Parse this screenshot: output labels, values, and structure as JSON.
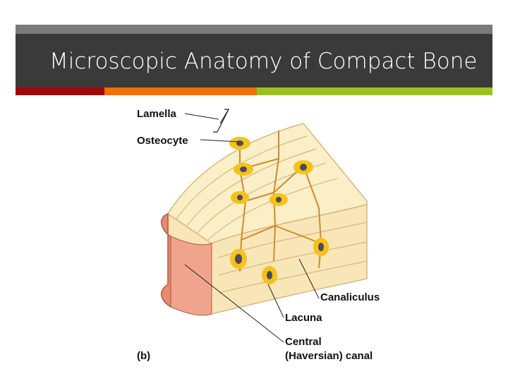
{
  "slide": {
    "title": "Microscopic Anatomy of Compact Bone",
    "stripe_colors": [
      "#a0070a",
      "#f07000",
      "#9cc21a"
    ]
  },
  "figure": {
    "panel_label": "(b)",
    "labels": {
      "lamella": "Lamella",
      "osteocyte": "Osteocyte",
      "canaliculus": "Canaliculus",
      "lacuna": "Lacuna",
      "central_line1": "Central",
      "central_line2": "(Haversian) canal"
    },
    "colors": {
      "bone": "#fbefc8",
      "bone_shade": "#f2d9a0",
      "canal": "#e58a73",
      "osteocyte": "#f6c21a",
      "nucleus": "#4b4b5a"
    }
  }
}
